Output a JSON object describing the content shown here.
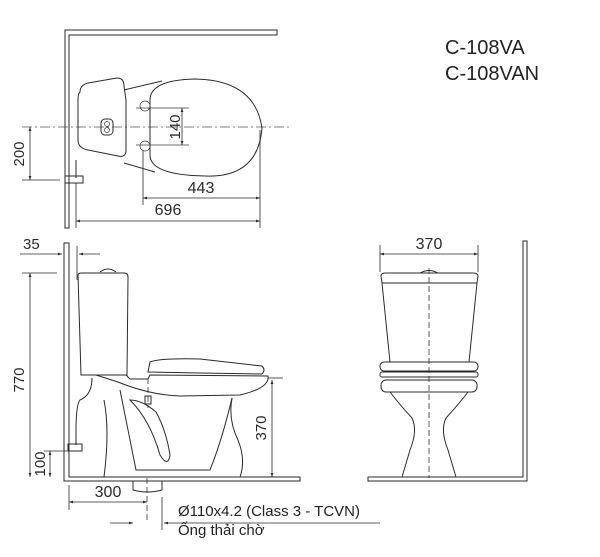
{
  "models": [
    "C-108VA",
    "C-108VAN"
  ],
  "top_view": {
    "dim_200": "200",
    "dim_140": "140",
    "dim_443": "443",
    "dim_696": "696"
  },
  "side_view": {
    "dim_35": "35",
    "dim_770": "770",
    "dim_370": "370",
    "dim_100": "100",
    "dim_300": "300"
  },
  "front_view": {
    "dim_370": "370"
  },
  "pipe_note": {
    "line1": "Ø110x4.2 (Class 3 - TCVN)",
    "line2": "Ống thải chờ"
  }
}
